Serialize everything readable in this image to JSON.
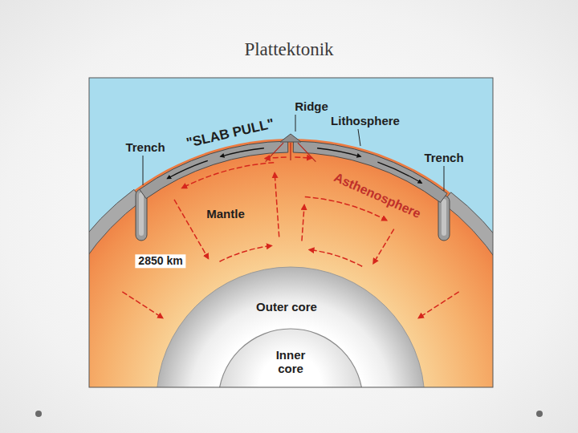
{
  "diagram": {
    "title": "Plattektonik",
    "labels": [
      "Ridge",
      "Lithosphere",
      "Trench",
      "\"SLAB PULL\"",
      "Trench",
      "Asthenosphere",
      "Mantle",
      "2850 km",
      "Outer core",
      "Inner core"
    ]
  }
}
